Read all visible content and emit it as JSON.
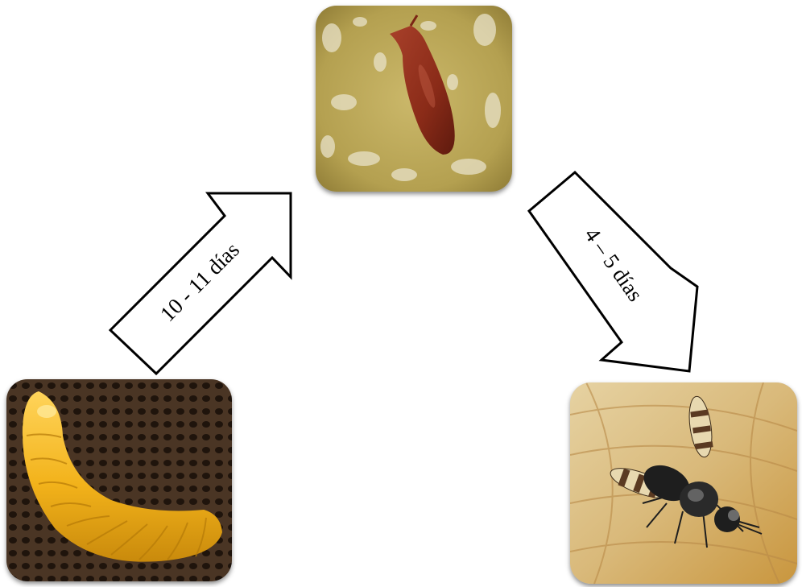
{
  "stages": {
    "larva": {
      "icon": "larva-photo"
    },
    "pupa": {
      "icon": "pupa-photo"
    },
    "adult": {
      "icon": "adult-fly-photo"
    }
  },
  "transitions": {
    "larva_to_pupa": {
      "label": "10 - 11 días"
    },
    "pupa_to_adult": {
      "label": "4 – 5 días"
    }
  },
  "colors": {
    "arrow_fill": "#ffffff",
    "arrow_stroke": "#000000",
    "larva": "#f2b21a",
    "pupa": "#8b2a1a",
    "fly_body": "#1e1e1e"
  }
}
